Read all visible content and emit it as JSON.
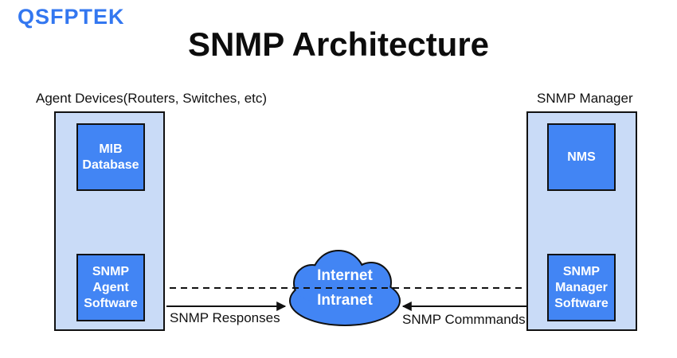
{
  "logo": {
    "text": "QSFPTEK"
  },
  "title": "SNMP Architecture",
  "colors": {
    "logo_blue": "#3377f0",
    "box_blue": "#4285f4",
    "container_light_blue": "#c9dbf7",
    "outline_black": "#111111",
    "box_text_white": "#ffffff"
  },
  "agent_group": {
    "label": "Agent Devices(Routers, Switches, etc)",
    "mib_box_label": "MIB Database",
    "software_box_label": "SNMP Agent Software"
  },
  "manager_group": {
    "label": "SNMP Manager",
    "nms_box_label": "NMS",
    "software_box_label": "SNMP Manager Software"
  },
  "cloud": {
    "line1": "Internet",
    "line2": "Intranet"
  },
  "flows": {
    "responses_label": "SNMP Responses",
    "commands_label": "SNMP Commmands",
    "dashed_link": "bidirectional dashed link between SNMP Agent Software and SNMP Manager Software"
  }
}
